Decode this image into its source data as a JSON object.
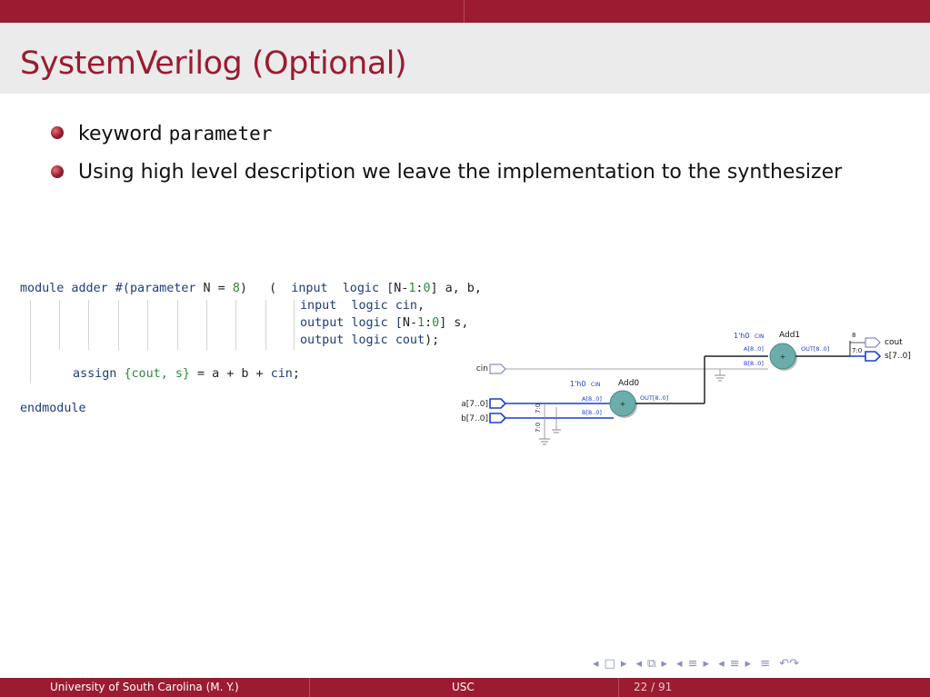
{
  "slide": {
    "title": "SystemVerilog (Optional)",
    "bullets": [
      {
        "text": "keyword ",
        "code": "parameter"
      },
      {
        "text": "Using high level description we leave the implementation to the synthesizer",
        "code": ""
      }
    ]
  },
  "code": {
    "l1": {
      "a": "module adder #(",
      "b": "parameter",
      "c": " N = ",
      "d": "8",
      "e": ")   (  ",
      "f": "input",
      "g": "  logic [",
      "h": "N",
      "i": "-",
      "j": "1",
      "k": ":",
      "l": "0",
      "m": "] a, b,"
    },
    "l2": {
      "a": "input",
      "b": "  logic ",
      "c": "cin",
      "d": ","
    },
    "l3": {
      "a": "output",
      "b": " logic [",
      "c": "N",
      "d": "-",
      "e": "1",
      "f": ":",
      "g": "0",
      "h": "] s,"
    },
    "l4": {
      "a": "output",
      "b": " logic ",
      "c": "cout",
      "d": ");"
    },
    "l5": {
      "a": "assign ",
      "b": "{cout, s}",
      "c": " = a + b + ",
      "d": "cin",
      "e": ";"
    },
    "l6": "endmodule"
  },
  "schematic": {
    "cin": "cin",
    "a": "a[7..0]",
    "b": "b[7..0]",
    "add0": "Add0",
    "add1": "Add1",
    "cin0": "1'h0",
    "cin0_tag": "CIN",
    "cin1": "1'h0",
    "cin1_tag": "CIN",
    "a_port": "A[8..0]",
    "b_port": "B[8..0]",
    "out_port": "OUT[8..0]",
    "a_port1": "A[8..0]",
    "b_port1": "B[8..0]",
    "out_port1": "OUT[8..0]",
    "plus": "+",
    "plus1": "+",
    "bus_a": "7:0",
    "bus_b": "7:0",
    "out_bit": "8",
    "out_slice": "7:0",
    "cout": "cout",
    "s": "s[7..0]"
  },
  "footer": {
    "institution": "University of South Carolina  (M. Y.)",
    "short": "USC",
    "page": "22 / 91"
  },
  "nav": {
    "prev": "◂",
    "frame": "□",
    "next": "▸",
    "prev2": "◂",
    "sub": "⧉",
    "next2": "▸",
    "prev3": "◂",
    "sec": "≡",
    "next3": "▸",
    "prev4": "◂",
    "subsec": "≡",
    "next4": "▸",
    "toc": "≡",
    "search": "↶↷"
  }
}
